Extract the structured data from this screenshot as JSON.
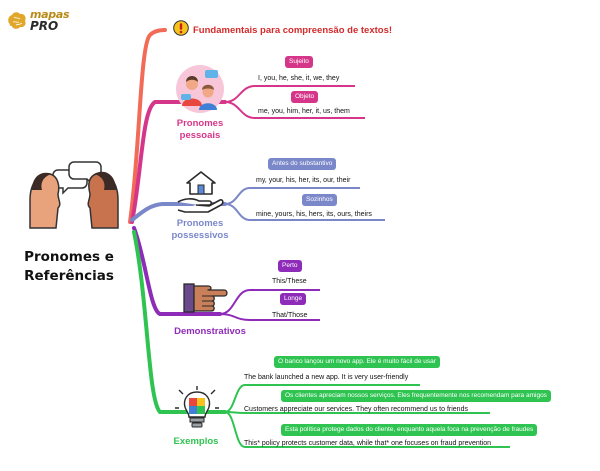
{
  "brand": {
    "name": "mapas",
    "sub": "PRO",
    "tagline": ""
  },
  "central": {
    "line1": "Pronomes e",
    "line2": "Referências"
  },
  "header": {
    "text": "Fundamentais para compreensão de textos!"
  },
  "branches": {
    "pessoais": {
      "label_line1": "Pronomes",
      "label_line2": "pessoais",
      "color": "#d6368a",
      "items": [
        {
          "tag": "Sujeito",
          "text": "I, you, he, she, it, we, they"
        },
        {
          "tag": "Objeto",
          "text": "me, you, him, her, it, us, them"
        }
      ]
    },
    "possessivos": {
      "label_line1": "Pronomes",
      "label_line2": "possessivos",
      "color": "#7a87c9",
      "items": [
        {
          "tag": "Antes do substantivo",
          "text": "my, your, his, her, its, our, their"
        },
        {
          "tag": "Sozinhos",
          "text": "mine, yours, his, hers, its, ours, theirs"
        }
      ]
    },
    "demonstrativos": {
      "label": "Demonstrativos",
      "color": "#8e2bb8",
      "items": [
        {
          "tag": "Perto",
          "text": "This/These"
        },
        {
          "tag": "Longe",
          "text": "That/Those"
        }
      ]
    },
    "exemplos": {
      "label": "Exemplos",
      "color": "#2fc451",
      "items": [
        {
          "tag": "O banco lançou um novo app. Ele é muito fácil de usar",
          "text": "The bank launched a new app. It is very user-friendly"
        },
        {
          "tag": "Os clientes apreciam nossos serviços. Eles frequentemente nos recomendam para amigos",
          "text": "Customers appreciate our services. They often recommend us to friends"
        },
        {
          "tag": "Esta política protege dados do cliente, enquanto aquela foca na prevenção de fraudes",
          "text": "This* policy protects customer data, while that* one focuses on fraud prevention"
        }
      ]
    }
  },
  "colors": {
    "header_branch": "#f26b57",
    "header_text": "#d42a2a"
  }
}
